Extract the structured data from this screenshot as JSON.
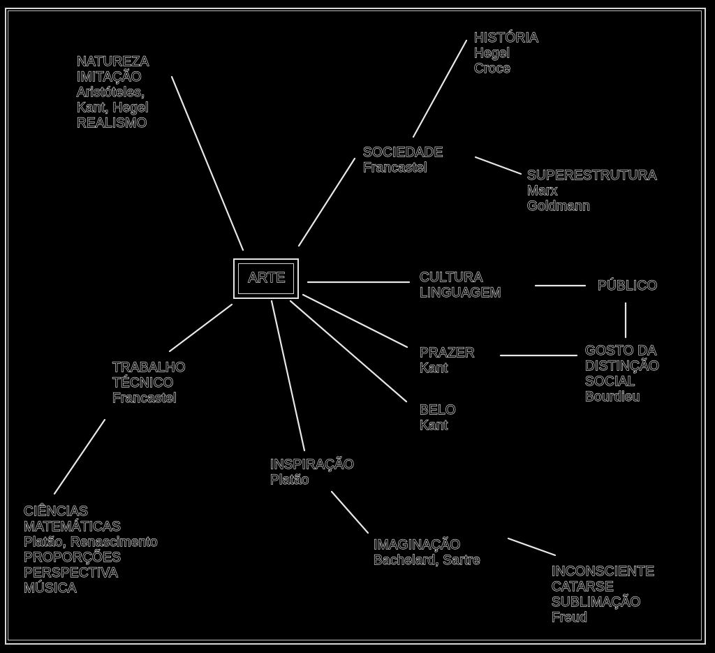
{
  "diagram": {
    "center": {
      "label": "ARTE"
    },
    "nodes": {
      "natureza": {
        "lines": [
          "NATUREZA",
          "IMITAÇÃO",
          "Aristóteles,",
          "Kant,  Hegel",
          "REALISMO"
        ]
      },
      "historia": {
        "lines": [
          "HISTÓRIA",
          "Hegel",
          "Croce"
        ]
      },
      "sociedade": {
        "lines": [
          "SOCIEDADE",
          "Francastel"
        ]
      },
      "superestrutura": {
        "lines": [
          "SUPERESTRUTURA",
          "Marx",
          "Goldmann"
        ]
      },
      "cultura": {
        "lines": [
          "CULTURA",
          "LINGUAGEM"
        ]
      },
      "publico": {
        "lines": [
          "PÚBLICO"
        ]
      },
      "prazer": {
        "lines": [
          "PRAZER",
          "Kant"
        ]
      },
      "gosto": {
        "lines": [
          "GOSTO  DA",
          "DISTINÇÃO",
          "SOCIAL",
          "Bourdieu"
        ]
      },
      "belo": {
        "lines": [
          "BELO",
          "Kant"
        ]
      },
      "trabalho": {
        "lines": [
          "TRABALHO",
          "TÉCNICO",
          "Francastel"
        ]
      },
      "ciencias": {
        "lines": [
          "CIÊNCIAS",
          "MATEMÁTICAS",
          "Platão, Renascimento",
          "PROPORÇÕES",
          "PERSPECTIVA",
          "MÚSICA"
        ]
      },
      "inspiracao": {
        "lines": [
          "INSPIRAÇÃO",
          "Platão"
        ]
      },
      "imaginacao": {
        "lines": [
          "IMAGINAÇÃO",
          "Bachelard,  Sartre"
        ]
      },
      "inconsciente": {
        "lines": [
          "INCONSCIENTE",
          "CATARSE",
          "SUBLIMAÇÃO",
          "Freud"
        ]
      }
    },
    "edges": [
      {
        "from": "ARTE",
        "to": "NATUREZA"
      },
      {
        "from": "ARTE",
        "to": "SOCIEDADE"
      },
      {
        "from": "SOCIEDADE",
        "to": "HISTÓRIA"
      },
      {
        "from": "SOCIEDADE",
        "to": "SUPERESTRUTURA"
      },
      {
        "from": "ARTE",
        "to": "CULTURA"
      },
      {
        "from": "CULTURA",
        "to": "PÚBLICO"
      },
      {
        "from": "PÚBLICO",
        "to": "GOSTO DA DISTINÇÃO SOCIAL"
      },
      {
        "from": "ARTE",
        "to": "PRAZER"
      },
      {
        "from": "PRAZER",
        "to": "GOSTO DA DISTINÇÃO SOCIAL"
      },
      {
        "from": "ARTE",
        "to": "BELO"
      },
      {
        "from": "ARTE",
        "to": "TRABALHO"
      },
      {
        "from": "TRABALHO",
        "to": "CIÊNCIAS"
      },
      {
        "from": "ARTE",
        "to": "INSPIRAÇÃO"
      },
      {
        "from": "INSPIRAÇÃO",
        "to": "IMAGINAÇÃO"
      },
      {
        "from": "IMAGINAÇÃO",
        "to": "INCONSCIENTE"
      }
    ],
    "colors": {
      "background": "#000000",
      "foreground": "#f2f2f2"
    }
  }
}
